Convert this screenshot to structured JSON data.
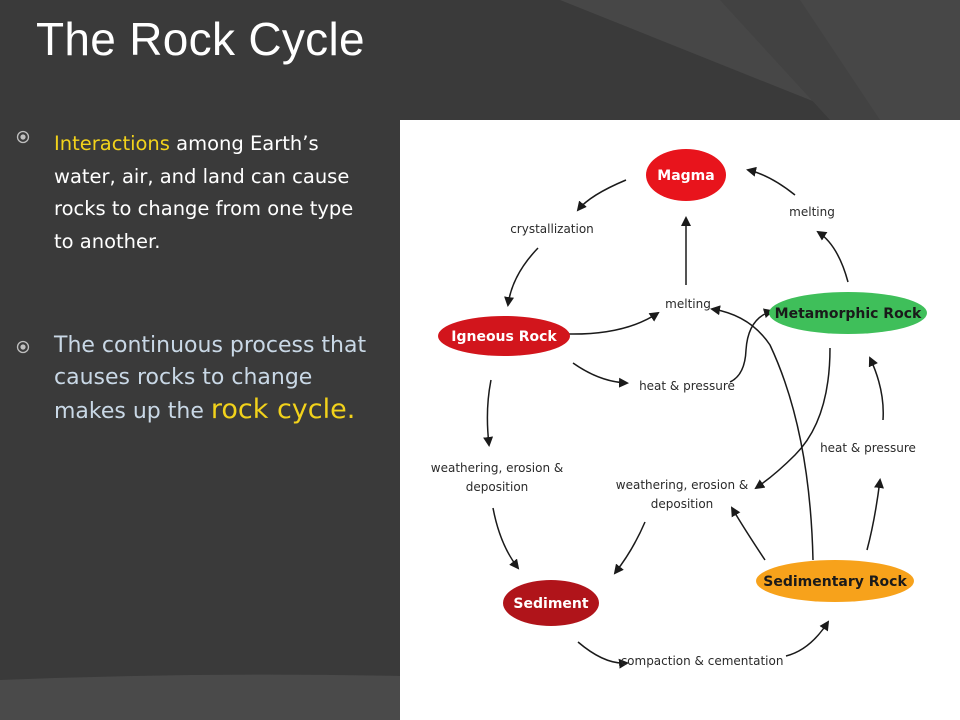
{
  "slide": {
    "title": "The Rock Cycle",
    "bullets": [
      {
        "highlight": "Interactions",
        "text": " among Earth’s water, air, and land can cause rocks to change from one type to another."
      },
      {
        "text": "The continuous process that causes rocks to change makes up the ",
        "highlight": "rock cycle."
      }
    ]
  },
  "diagram": {
    "nodes": {
      "magma": "Magma",
      "igneous": "Igneous Rock",
      "metamorphic": "Metamorphic Rock",
      "sediment": "Sediment",
      "sedimentary": "Sedimentary Rock"
    },
    "edge_labels": {
      "crystallization": "crystallization",
      "melting_top": "melting",
      "melting_center": "melting",
      "heat_pressure_center": "heat & pressure",
      "heat_pressure_right": "heat & pressure",
      "weathering_left_1": "weathering, erosion &",
      "weathering_left_2": "deposition",
      "weathering_center_1": "weathering, erosion &",
      "weathering_center_2": "deposition",
      "compaction": "compaction & cementation"
    },
    "colors": {
      "magma": "#e8141c",
      "igneous": "#d2151c",
      "metamorphic": "#3fbf5a",
      "sediment": "#b0141a",
      "sedimentary": "#f7a21b"
    }
  }
}
